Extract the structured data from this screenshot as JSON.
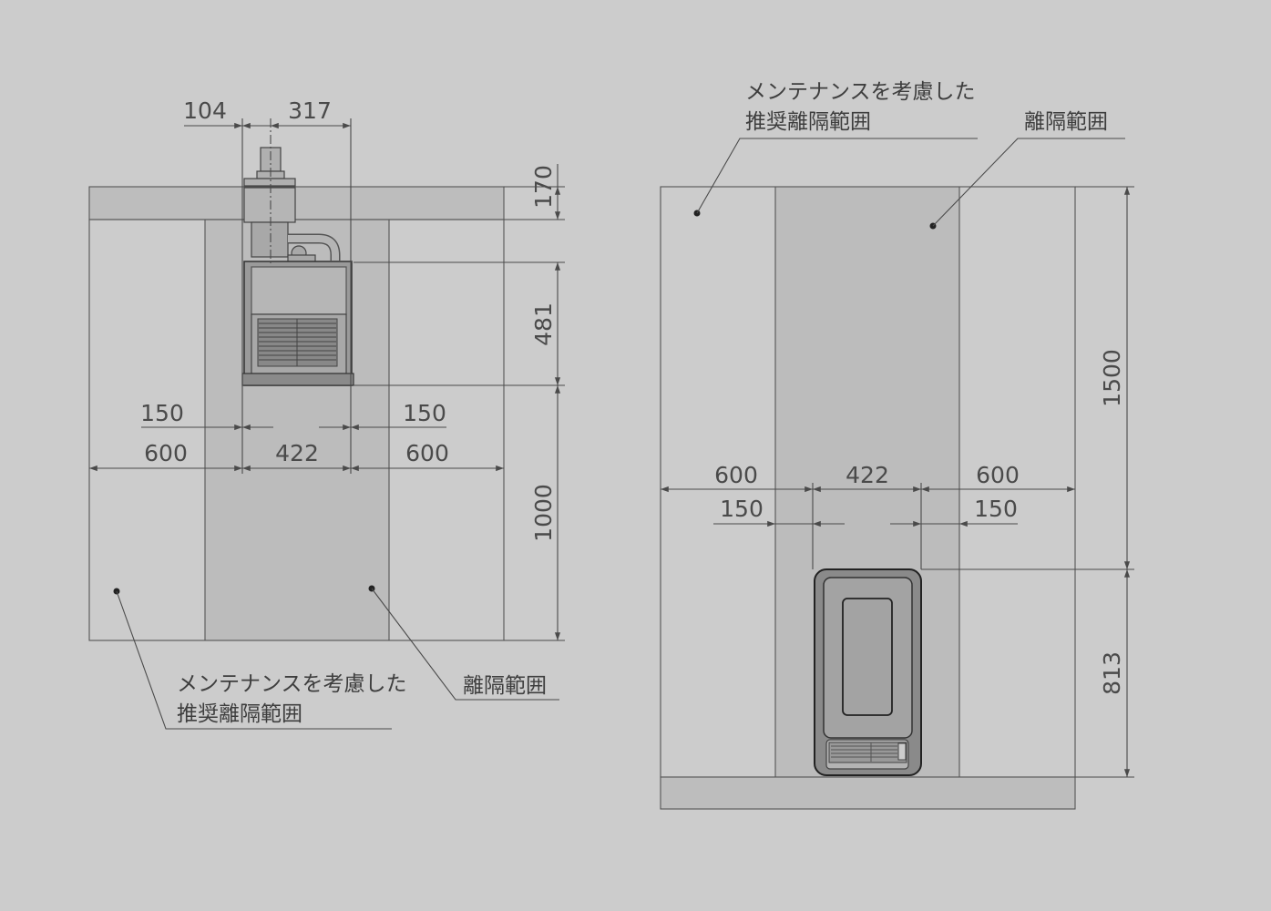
{
  "colors": {
    "background": "#cccccc",
    "clearance_zone": "#bcbcbc",
    "recommended_zone": "#cccccc",
    "wall_band": "#bdbdbd",
    "heater_body": "#a0a0a0",
    "heater_dark": "#555555",
    "line": "#4a4a4a"
  },
  "top_view": {
    "dims": {
      "pipe_offset": "104",
      "pipe_to_edge": "317",
      "wall_depth": "170",
      "unit_depth": "481",
      "front_clear": "1000",
      "side_gap_left": "150",
      "side_gap_right": "150",
      "side_left": "600",
      "unit_width": "422",
      "side_right": "600"
    },
    "label_recommended_line1": "メンテナンスを考慮した",
    "label_recommended_line2": "推奨離隔範囲",
    "label_clearance": "離隔範囲"
  },
  "front_view": {
    "dims": {
      "side_left": "600",
      "unit_width": "422",
      "side_right": "600",
      "side_gap_left": "150",
      "side_gap_right": "150",
      "total_height": "1500",
      "unit_height": "813"
    },
    "label_recommended_line1": "メンテナンスを考慮した",
    "label_recommended_line2": "推奨離隔範囲",
    "label_clearance": "離隔範囲"
  }
}
